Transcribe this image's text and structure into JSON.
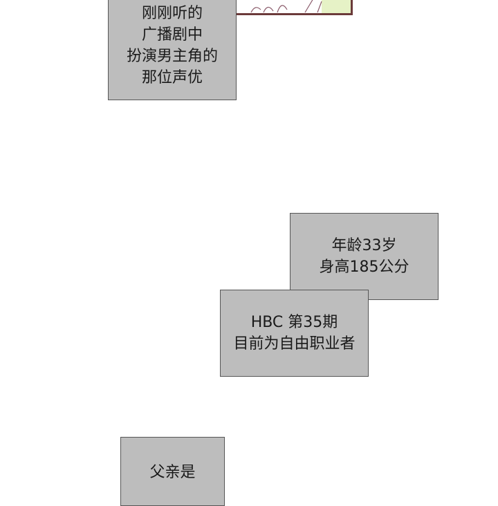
{
  "captions": {
    "first": {
      "lines": [
        "刚刚听的",
        "广播剧中",
        "扮演男主角的",
        "那位声优"
      ]
    },
    "second": {
      "lines": [
        "年龄33岁",
        "身高185公分"
      ]
    },
    "third": {
      "lines": [
        "HBC 第35期",
        "目前为自由职业者"
      ]
    },
    "fourth": {
      "lines": [
        "父亲是"
      ]
    }
  }
}
